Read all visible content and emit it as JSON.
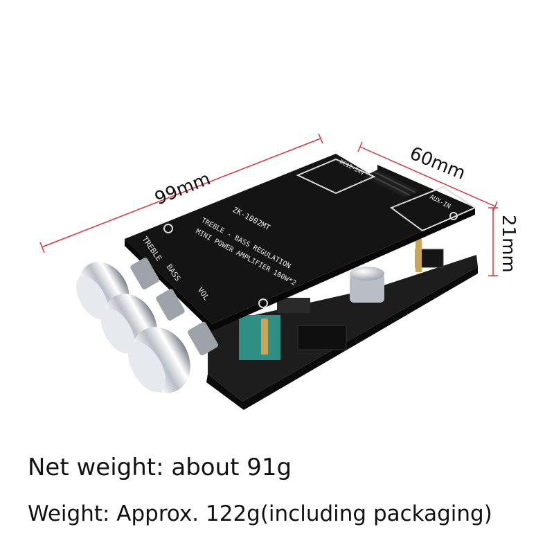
{
  "colors": {
    "dimension_line": "#e0303a",
    "board": "#141414",
    "pcb_edge": "#2a2a2a",
    "knob_chrome": "#d9dde3",
    "connector_teal": "#2f8f84"
  },
  "dimensions": {
    "length": "99mm",
    "width": "60mm",
    "height": "21mm"
  },
  "board_print": {
    "model": "ZK-1002MT",
    "line1": "TREBLE - BASS REGULATION",
    "line2": "MINI POWER AMPLIFIER 100W*2",
    "treble": "TREBLE",
    "bass": "BASS",
    "vol": "VOL",
    "aux": "AUX-IN",
    "power": "DC12-24V"
  },
  "captions": {
    "net_weight": "Net weight: about 91g",
    "gross_weight": "Weight: Approx. 122g(including packaging)"
  }
}
